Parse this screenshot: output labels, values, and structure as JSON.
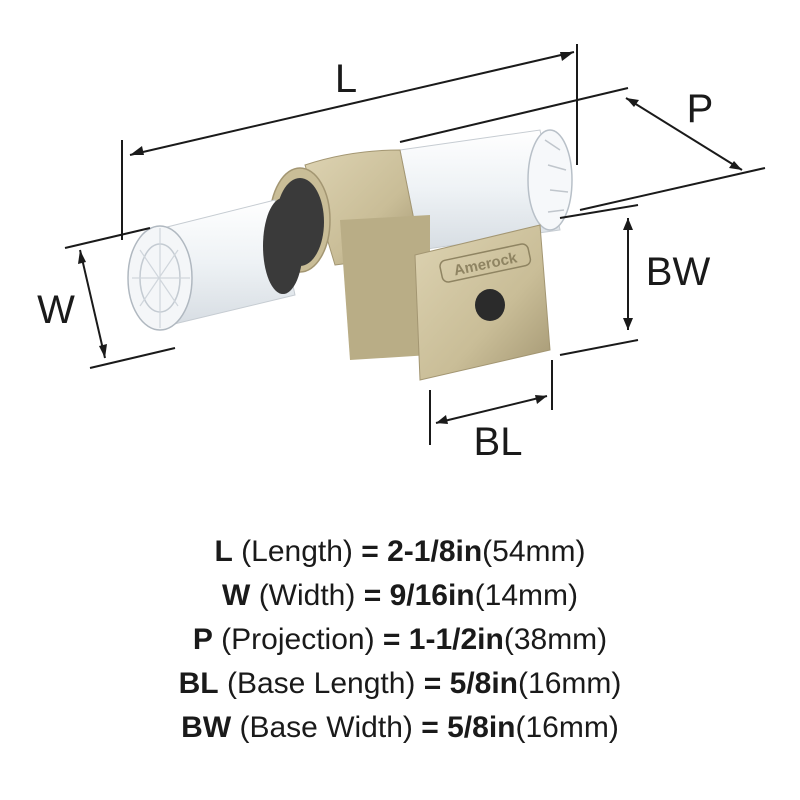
{
  "colors": {
    "brass": "#c9bd97",
    "brass_dark": "#a39672",
    "brass_light": "#ddd3b2",
    "crystal": "#eef2f5",
    "collar": "#3a3a3a",
    "ink": "#1a1a1a"
  },
  "diagram": {
    "logo_text": "Amerock",
    "labels": {
      "L": "L",
      "W": "W",
      "P": "P",
      "BL": "BL",
      "BW": "BW"
    }
  },
  "specs": [
    {
      "code": "L",
      "name": "(Length)",
      "eq": "=",
      "imperial": "2-1/8in",
      "metric": "(54mm)"
    },
    {
      "code": "W",
      "name": "(Width)",
      "eq": "=",
      "imperial": "9/16in",
      "metric": "(14mm)"
    },
    {
      "code": "P",
      "name": "(Projection)",
      "eq": "=",
      "imperial": "1-1/2in",
      "metric": "(38mm)"
    },
    {
      "code": "BL",
      "name": "(Base Length)",
      "eq": "=",
      "imperial": "5/8in",
      "metric": "(16mm)"
    },
    {
      "code": "BW",
      "name": "(Base Width)",
      "eq": "=",
      "imperial": "5/8in",
      "metric": "(16mm)"
    }
  ]
}
